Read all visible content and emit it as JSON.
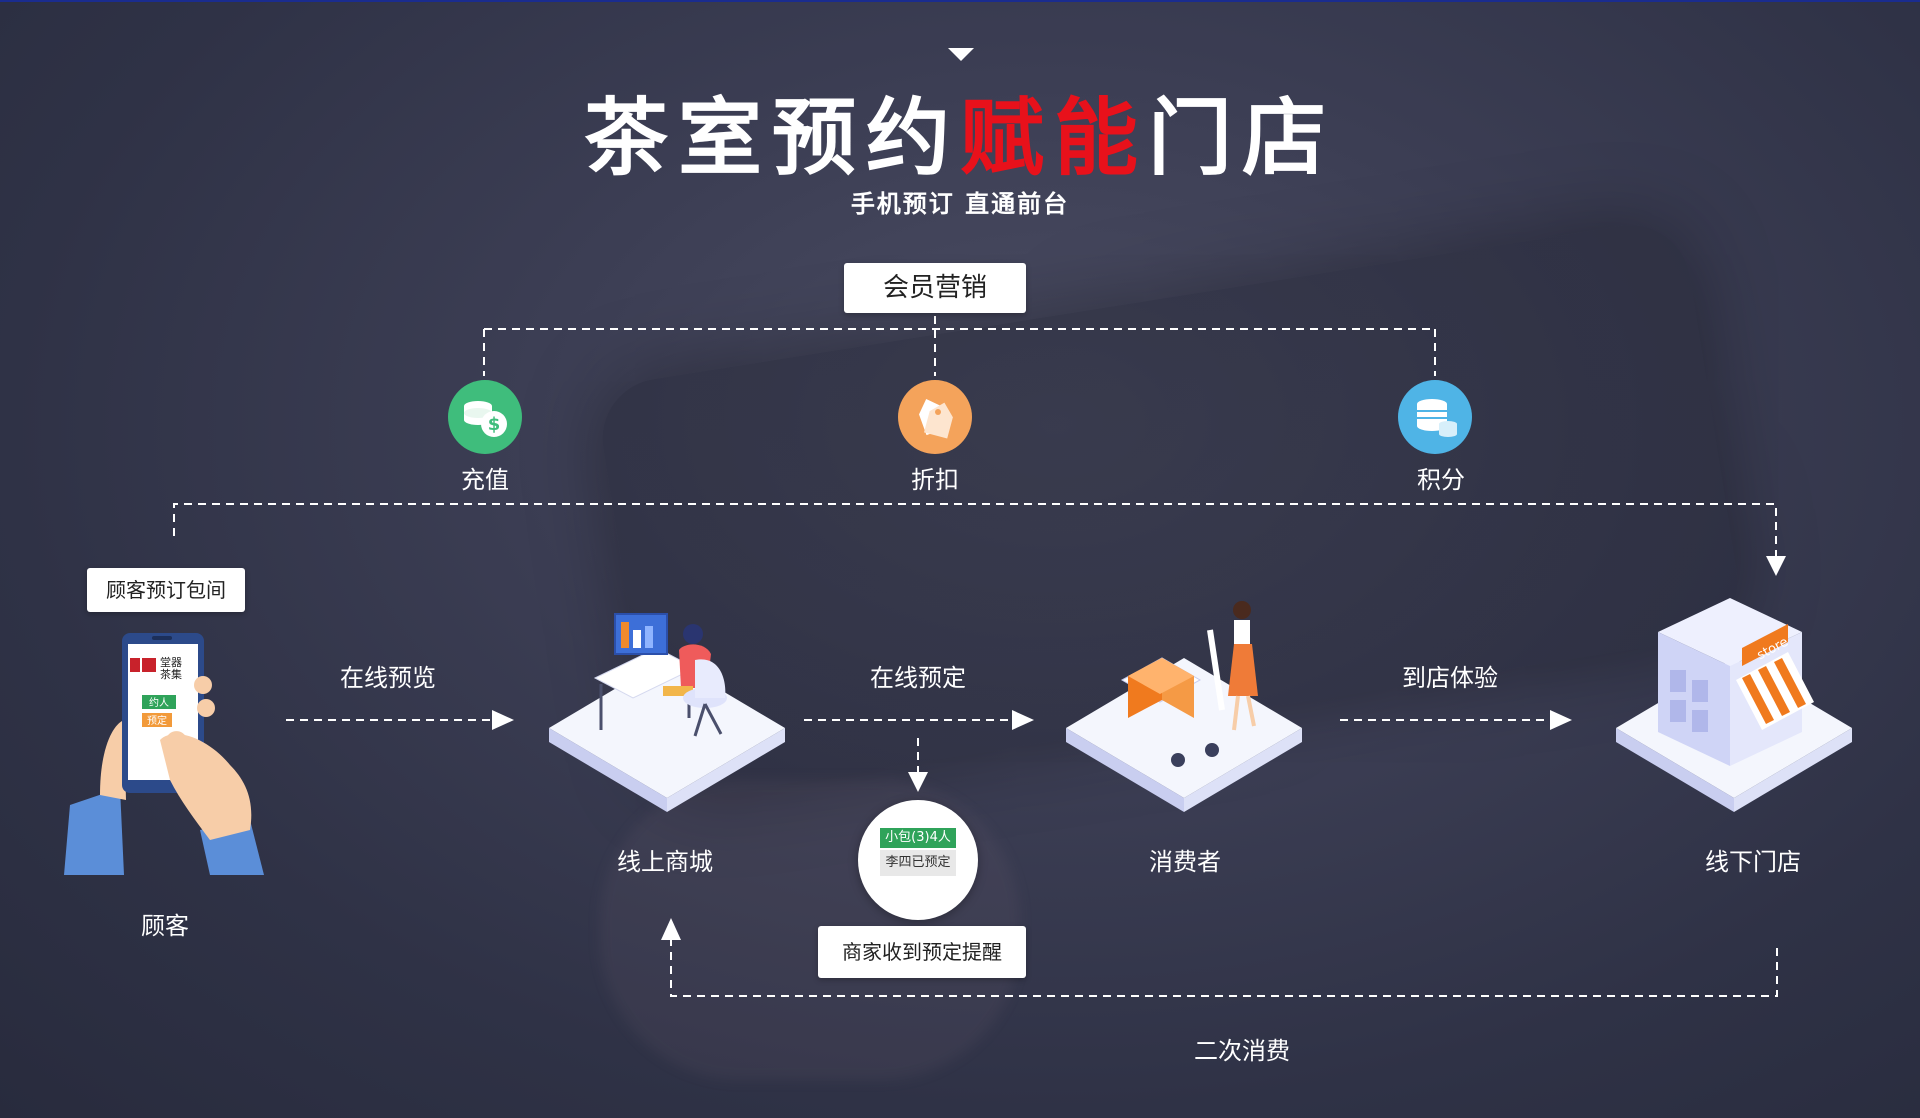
{
  "title": {
    "part1": "茶室预约",
    "highlight": "赋能",
    "part2": "门店"
  },
  "subtitle": "手机预订  直通前台",
  "member_box": "会员营销",
  "member_items": [
    {
      "label": "充值",
      "icon": "money-coins-icon",
      "color": "#3fbd7c"
    },
    {
      "label": "折扣",
      "icon": "price-tag-icon",
      "color": "#f4a35b"
    },
    {
      "label": "积分",
      "icon": "coin-stack-icon",
      "color": "#4fb4e6"
    }
  ],
  "customer": {
    "tag": "顾客预订包间",
    "label": "顾客",
    "phone_text": {
      "line1": "堂器",
      "line2": "茶集",
      "btn1": "约人",
      "btn2": "预定"
    }
  },
  "nodes": {
    "online_mall": "线上商城",
    "consumer": "消费者",
    "offline_store": "线下门店",
    "store_sign": "store"
  },
  "arrows": {
    "preview": "在线预览",
    "reserve": "在线预定",
    "visit": "到店体验",
    "repeat": "二次消费"
  },
  "reminder": {
    "room": "小包(3)4人",
    "status": "李四已预定",
    "box": "商家收到预定提醒"
  },
  "colors": {
    "accent": "#e8111b",
    "arrow": "#ffffff"
  }
}
